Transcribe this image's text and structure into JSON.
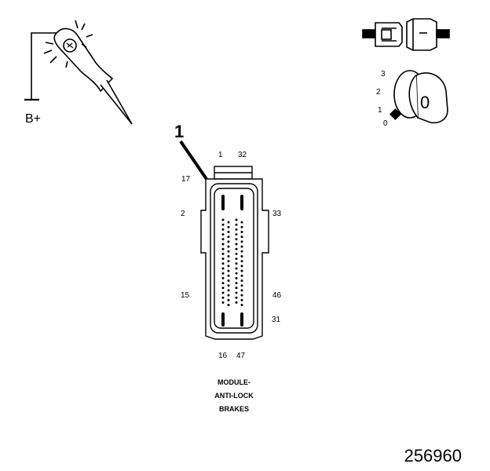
{
  "probe": {
    "label": "B+"
  },
  "key_switch": {
    "positions": [
      "3",
      "2",
      "1",
      "0"
    ],
    "key_label": "0"
  },
  "callout": {
    "number": "1"
  },
  "connector": {
    "pins": {
      "p1": "1",
      "p32": "32",
      "p17": "17",
      "p2": "2",
      "p33": "33",
      "p15": "15",
      "p46": "46",
      "p31": "31",
      "p16": "16",
      "p47": "47"
    },
    "label_lines": [
      "MODULE-",
      "ANTI-LOCK",
      "BRAKES"
    ]
  },
  "figure_number": "256960",
  "colors": {
    "ink": "#000000",
    "background": "#ffffff"
  }
}
